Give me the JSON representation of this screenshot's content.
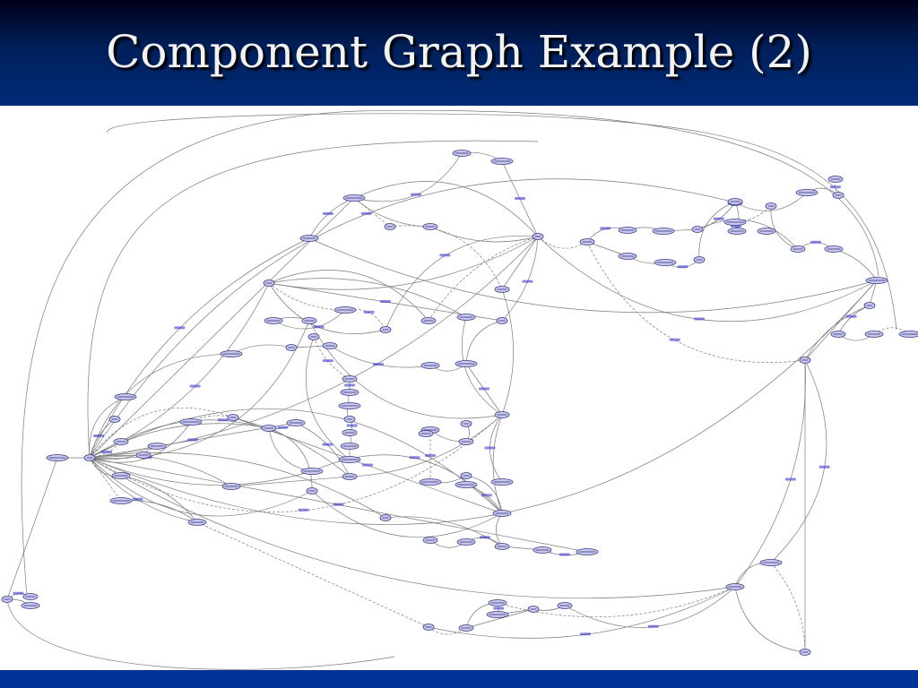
{
  "slide": {
    "title": "Component Graph Example (2)"
  },
  "colors": {
    "title_band": "#001f5a",
    "bottom_band": "#003399",
    "title_text": "#f2f2f2",
    "node_fill": "#c9c9ef",
    "node_stroke": "#3a3a8a",
    "edge": "#7a7a7a",
    "edge_label": "#2a2acc"
  },
  "graph": {
    "description_note": "",
    "edge_label_samples": [
      "hasBug",
      "isPartOf",
      "isPartOf",
      "hasBug",
      "isRelated",
      "isRelated",
      "isPartOf",
      "hasBug",
      "isRelated",
      "hasBug"
    ]
  }
}
